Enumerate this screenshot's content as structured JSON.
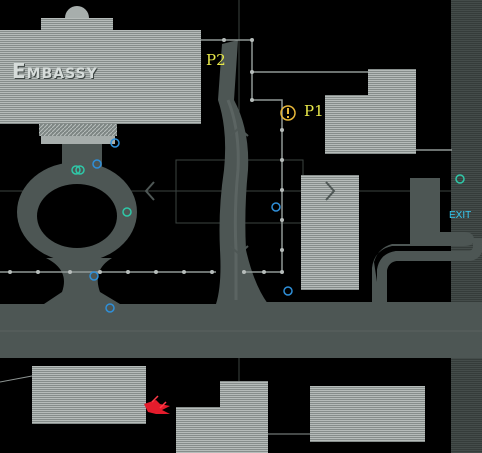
{
  "map": {
    "building_label": "Embassy",
    "player_labels": [
      {
        "name": "P2",
        "color": "#e8e84a"
      },
      {
        "name": "P1",
        "color": "#e8e84a"
      }
    ],
    "exit_label": "EXIT",
    "colors": {
      "background": "#000000",
      "building_fill": "#a7aeac",
      "road": "#4d5654",
      "player_marker": "#e8b83a",
      "enemy_marker": "#e41c2c",
      "node_marker": "#2f8fd8",
      "exit_text": "#35c8f0"
    },
    "icons": [
      "warning-icon",
      "enemy-marker-icon",
      "node-marker-icon",
      "direction-chevron-icon"
    ]
  }
}
